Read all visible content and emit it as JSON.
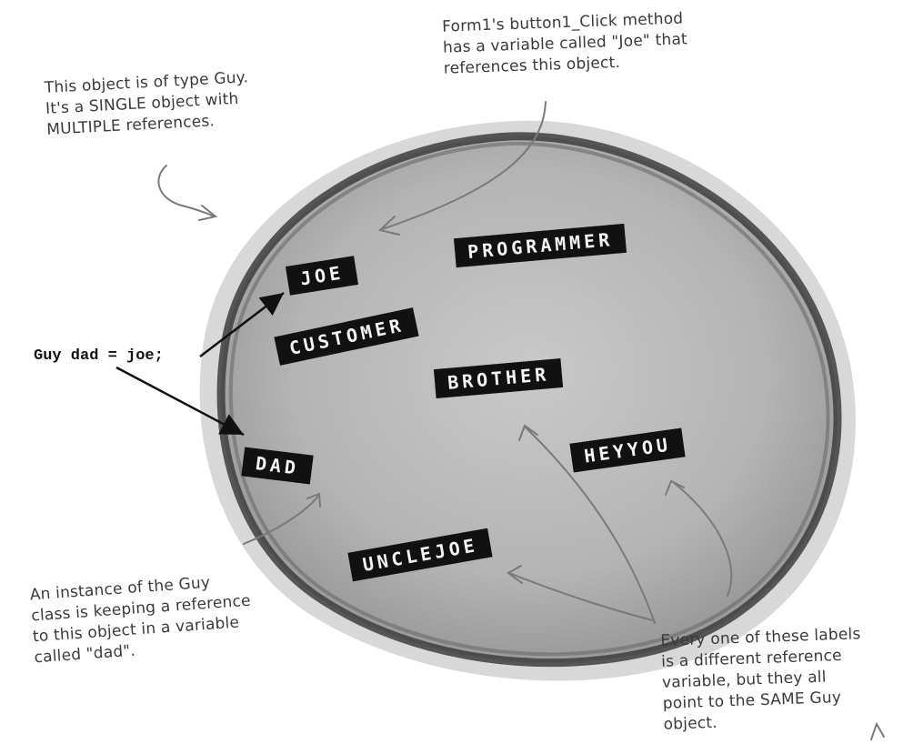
{
  "annotations": {
    "top_left": "This object is of type Guy.\nIt's a SINGLE object with\nMULTIPLE references.",
    "top_right": "Form1's button1_Click method\nhas a variable called \"Joe\" that\nreferences this object.",
    "bottom_left": "An instance of the Guy\nclass is keeping a reference\nto this object in a variable\ncalled \"dad\".",
    "bottom_right": "Every one of these labels\nis a different reference\nvariable, but they all\npoint to the SAME Guy\nobject."
  },
  "code": {
    "statement": "Guy dad = joe;"
  },
  "labels": [
    "JOE",
    "PROGRAMMER",
    "CUSTOMER",
    "BROTHER",
    "DAD",
    "HEYYOU",
    "UNCLEJOE"
  ]
}
